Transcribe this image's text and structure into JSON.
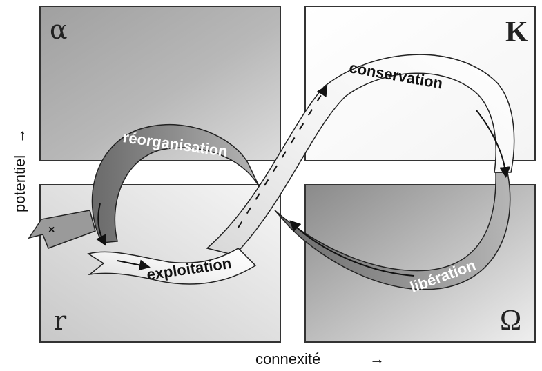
{
  "quadrants": {
    "top_left": "α",
    "top_right": "K",
    "bottom_left": "r",
    "bottom_right": "Ω"
  },
  "phases": {
    "conservation": "conservation",
    "reorganisation": "réorganisation",
    "exploitation": "exploitation",
    "liberation": "libération"
  },
  "axes": {
    "y_label": "potentiel",
    "x_label": "connexité",
    "arrow": "→"
  }
}
